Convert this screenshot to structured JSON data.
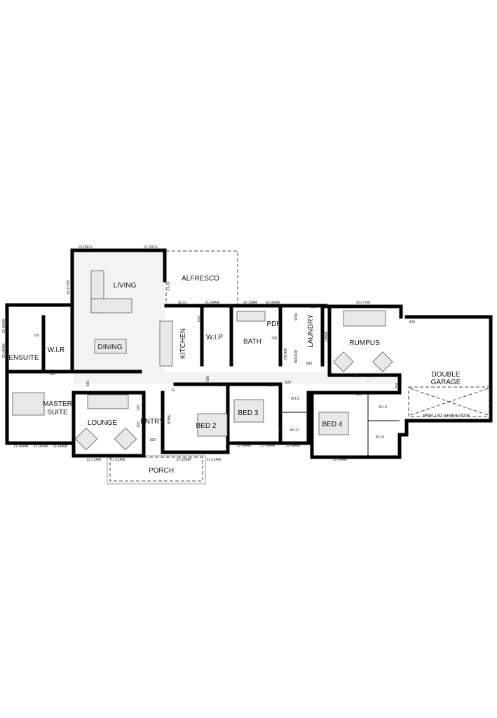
{
  "rooms": {
    "living": "LIVING",
    "alfresco": "ALFRESCO",
    "ensuite": "ENSUITE",
    "wir_master": "W.I.R",
    "dining": "DINING",
    "kitchen": "KITCHEN",
    "wip": "W.I.P",
    "bath": "BATH",
    "pdr": "PDR",
    "laundry": "LAUNDRY",
    "store": "STORE",
    "broom": "BROOM",
    "linen": "LINEN",
    "wm": "W/M",
    "rumpus": "RUMPUS",
    "garage_line1": "DOUBLE",
    "garage_line2": "GARAGE",
    "garage_door": "PANEL LIFT GARAGE DOOR",
    "master_line1": "MASTER",
    "master_line2": "SUITE",
    "lounge": "LOUNGE",
    "entry": "ENTRY",
    "robe": "ROBE",
    "r": "R",
    "bed2": "BED 2",
    "bed3": "BED 3",
    "wis_bed3": "W.I.S",
    "wir_bed3": "W.I.R",
    "bed4": "BED 4",
    "wis_bed4": "W.I.S",
    "wir_bed4": "W.I.R",
    "porch": "PORCH"
  },
  "windows": [
    "21-09FG",
    "21-09FG",
    "10-27SW",
    "21-24",
    "21-21",
    "21-09AW",
    "12-15AW",
    "10-06AW",
    "10-27SW",
    "10-06AW",
    "21-06AW",
    "21-06AW",
    "21-06AW",
    "21-06AW",
    "21-12AW",
    "21-12AW",
    "21-12AW",
    "21-12AW",
    "21-06AW",
    "21-06AW",
    "21-08AW",
    "21-24AW"
  ],
  "doors": [
    "720",
    "820",
    "820",
    "720",
    "820",
    "820",
    "820",
    "820",
    "820",
    "820",
    "820",
    "820",
    "820",
    "720",
    "830",
    "830",
    "820",
    "820",
    "820",
    "820"
  ]
}
